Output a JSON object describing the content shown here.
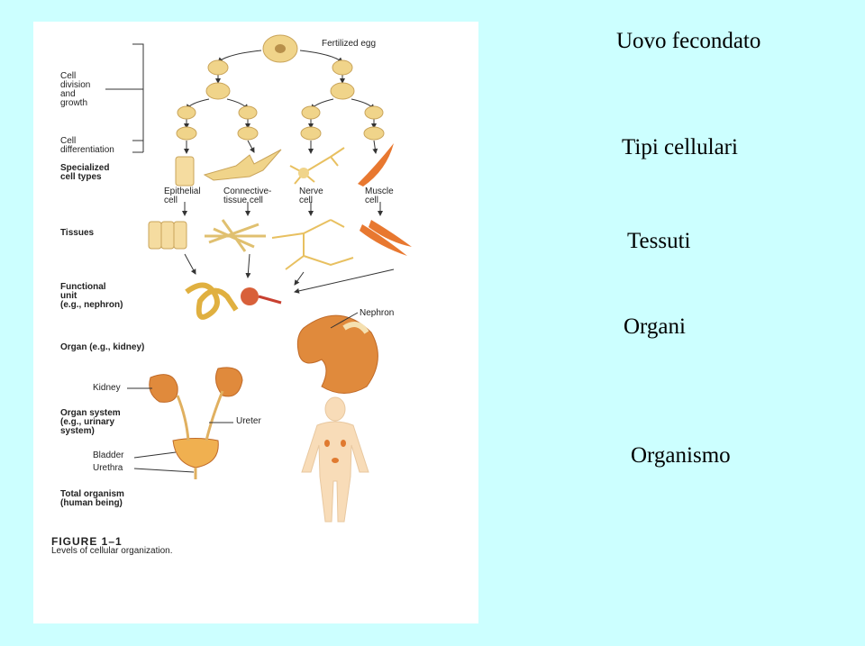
{
  "figure": {
    "labels": {
      "fertilized_egg": "Fertilized egg",
      "cell_division": "Cell\ndivision\nand\ngrowth",
      "cell_differentiation": "Cell\ndifferentiation",
      "specialized": "Specialized\ncell types",
      "epithelial": "Epithelial\ncell",
      "connective": "Connective-\ntissue cell",
      "nerve": "Nerve\ncell",
      "muscle": "Muscle\ncell",
      "tissues": "Tissues",
      "functional_unit": "Functional\nunit\n(e.g., nephron)",
      "nephron": "Nephron",
      "organ": "Organ (e.g., kidney)",
      "kidney": "Kidney",
      "organ_system": "Organ system\n(e.g., urinary\nsystem)",
      "ureter": "Ureter",
      "bladder": "Bladder",
      "urethra": "Urethra",
      "total_organism": "Total organism\n(human being)"
    },
    "caption_title": "FIGURE 1–1",
    "caption_text": "Levels of cellular organization."
  },
  "side_labels": {
    "uovo": "Uovo fecondato",
    "tipi": "Tipi cellulari",
    "tessuti": "Tessuti",
    "organi": "Organi",
    "organismo": "Organismo"
  },
  "colors": {
    "background": "#ccffff",
    "cell": "#f0d48a",
    "organ": "#e08a3c",
    "muscle": "#e87830"
  }
}
